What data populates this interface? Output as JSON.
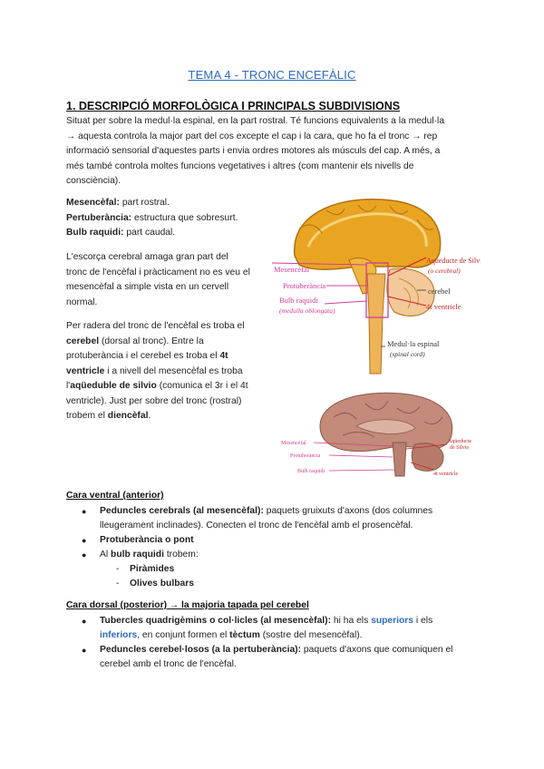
{
  "title": "TEMA 4 - TRONC ENCEFÀLIC",
  "section1": {
    "heading": "1. DESCRIPCIÓ MORFOLÒGICA I PRINCIPALS SUBDIVISIONS",
    "intro_lines": [
      "Situat per sobre la medul·la espinal, en la part rostral. Té funcions equivalents a la medul·la",
      "→ aquesta controla la major part del cos excepte el cap i la cara, que ho fa el tronc → rep",
      "informació sensorial d'aquestes parts i envia ordres motores als músculs del cap. A més, a",
      "més també controla moltes funcions vegetatives i altres (com mantenir els nivells de",
      "consciència)."
    ],
    "defs": [
      {
        "term": "Mesencèfal:",
        "text": " part rostral."
      },
      {
        "term": "Pertuberància:",
        "text": " estructura que sobresurt."
      },
      {
        "term": "Bulb raquidi:",
        "text": " part caudal."
      }
    ],
    "cortex_lines": [
      "L'escorça cerebral amaga gran part del",
      "tronc de l'encèfal i pràcticament no es veu el",
      "mesencèfal a simple vista en un cervell",
      "normal."
    ],
    "p3": {
      "l1": "Per radera del tronc de l'encèfal es troba el",
      "l2a": "cerebel",
      "l2b": " (dorsal al tronc). Entre la",
      "l3": "protuberància i el cerebel es troba el ",
      "l3b": "4t",
      "l4a": "ventricle",
      "l4b": " i a nivell del mesencèfal es troba",
      "l5a": "l'",
      "l5b": "aqüeduble de silvio",
      "l5c": " (comunica el 3r i el 4t",
      "l6": "ventricle). Just per sobre del tronc (rostral)",
      "l7a": "trobem el ",
      "l7b": "diencèfal",
      "l7c": "."
    }
  },
  "figure1": {
    "labels": {
      "mesencefal": "Mesencèfal",
      "protuberancia": "Protuberància",
      "bulb": "Bulb raquidi",
      "bulb_latin": "(medulla oblongata)",
      "aqueducte": "Aqüeducte de Silvio",
      "aqueducte2": "(o cerebral)",
      "cerebel": "cerebel",
      "ventricle": "4t ventricle",
      "medulla": "Medul·la espinal",
      "medulla_latin": "(spinal cord)"
    }
  },
  "figure2": {
    "labels": {
      "mesencefal": "Mesencèfal",
      "protuberancia": "Protuberància",
      "bulb": "Bulb raquidi",
      "aqueducte": "Aqüeducte",
      "aqueducte2": "de Silvio",
      "ventricle": "4t ventricle"
    }
  },
  "ventral": {
    "heading": "Cara ventral (anterior)",
    "item1_term": "Peduncles cerebrals (al mesencèfal):",
    "item1_l1": " paquets gruixuts d'axons (dos columnes",
    "item1_l2": "lleugerament inclinades). Conecten el tronc de l'encèfal amb el prosencèfal.",
    "item2": "Protuberància o pont",
    "item3_a": "Al ",
    "item3_b": "bulb raquidi",
    "item3_c": " trobem:",
    "sub": [
      "Piràmides",
      "Olives bulbars"
    ]
  },
  "dorsal": {
    "heading": "Cara dorsal (posterior) → la majoria tapada pel cerebel",
    "item1_term": "Tubercles quadrigèmins o col·licles (al mesencèfal):",
    "item1_a": " hi ha els ",
    "item1_sup": "superiors",
    "item1_b": " i els",
    "item1_inf": "inferiors",
    "item1_c": ", en conjunt formen el ",
    "item1_tectum": "tèctum",
    "item1_d": " (sostre del mesencèfal).",
    "item2_term": "Peduncles cerebel·losos (a la pertuberància):",
    "item2_a": " paquets d'axons que comuniquen el",
    "item2_b": "cerebel amb el tronc de l'encèfal."
  },
  "colors": {
    "accent_blue": "#2f6ac0",
    "label_pink": "#d43c96",
    "label_red": "#cc2222"
  }
}
